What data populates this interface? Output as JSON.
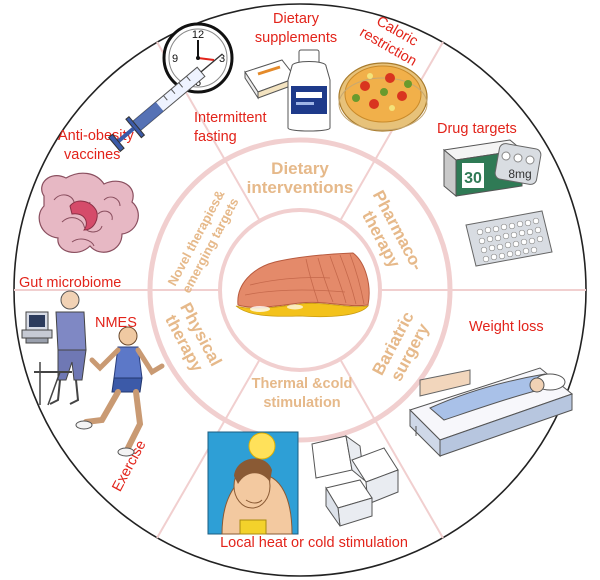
{
  "center_icon": "adipose-tissue-icon",
  "inner_categories": {
    "dietary": [
      "Dietary",
      "interventions"
    ],
    "pharmaco": [
      "Pharmaco-",
      "therapy"
    ],
    "bariatric": [
      "Bariatric",
      "surgery"
    ],
    "thermal": [
      "Thermal &cold",
      "stimulation"
    ],
    "physical": [
      "Physical",
      "therapy"
    ],
    "novel": [
      "Novel therapies&",
      "emerging targets"
    ]
  },
  "outer_labels": {
    "dietary_supplements": [
      "Dietary",
      "supplements"
    ],
    "caloric_restriction": [
      "Caloric",
      "restriction"
    ],
    "intermittent_fasting": [
      "Intermittent",
      "fasting"
    ],
    "drug_targets": "Drug targets",
    "weight_loss": "Weight loss",
    "local_heat_cold": "Local heat or cold stimulation",
    "exercise": "Exercise",
    "nmes": "NMES",
    "gut_microbiome": "Gut microbiome",
    "anti_obesity_vaccines": [
      "Anti-obesity",
      "vaccines"
    ]
  },
  "icons": [
    "clock-icon",
    "supplement-box-icon",
    "supplement-bottle-icon",
    "pizza-icon",
    "syringe-icon",
    "medicine-box-icon",
    "pill-blister-icon",
    "intestine-icon",
    "patient-bed-icon",
    "ice-cubes-icon",
    "woman-heat-icon",
    "runner-icon",
    "nmes-patient-icon"
  ],
  "clock_numbers": [
    "12",
    "3",
    "6",
    "9"
  ],
  "medicine_box_text": [
    "30",
    "8mg"
  ],
  "colors": {
    "ring": "#f1cfcf",
    "label_red": "#e2231a",
    "category_tan": "#e6b98a",
    "fat_orange": "#e48a6a",
    "fat_yellow": "#f3c21b"
  }
}
